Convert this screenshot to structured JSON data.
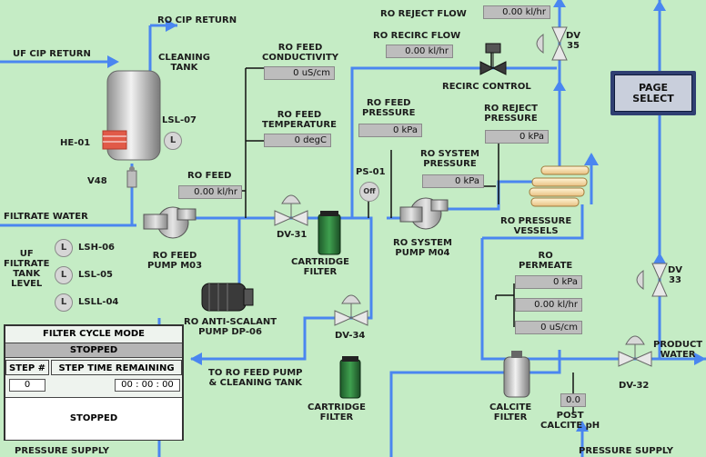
{
  "labels": {
    "ro_cip_return": "RO CIP RETURN",
    "uf_cip_return": "UF CIP RETURN",
    "cleaning_tank": "CLEANING\nTANK",
    "lsl07": "LSL-07",
    "he01": "HE-01",
    "v48": "V48",
    "filtrate_water": "FILTRATE WATER",
    "ro_feed_pump": "RO FEED\nPUMP M03",
    "uf_filtrate_level": "UF\nFILTRATE\nTANK\nLEVEL",
    "lsh06": "LSH-06",
    "lsl05": "LSL-05",
    "lsll04": "LSLL-04",
    "ro_feed_conductivity": "RO FEED\nCONDUCTIVITY",
    "ro_feed_temperature": "RO FEED\nTEMPERATURE",
    "ro_feed": "RO FEED",
    "dv31": "DV-31",
    "cartridge_filter_1": "CARTRIDGE\nFILTER",
    "anti_scalant": "RO ANTI-SCALANT\nPUMP DP-06",
    "dv34": "DV-34",
    "to_ro_feed": "TO RO FEED PUMP\n& CLEANING TANK",
    "cartridge_filter_2": "CARTRIDGE\nFILTER",
    "ps01": "PS-01",
    "ro_system_pump": "RO SYSTEM\nPUMP M04",
    "ro_feed_pressure": "RO FEED\nPRESSURE",
    "ro_system_pressure": "RO SYSTEM\nPRESSURE",
    "ro_reject_flow": "RO REJECT FLOW",
    "ro_recirc_flow": "RO RECIRC FLOW",
    "recirc_control": "RECIRC CONTROL",
    "ro_reject_pressure": "RO REJECT\nPRESSURE",
    "ro_pressure_vessels": "RO PRESSURE\nVESSELS",
    "ro_permeate": "RO\nPERMEATE",
    "dv35": "DV\n35",
    "dv33": "DV\n33",
    "dv32": "DV-32",
    "product_water": "PRODUCT\nWATER",
    "calcite_filter": "CALCITE\nFILTER",
    "post_calcite_ph": "POST\nCALCITE pH",
    "pressure_supply_left": "PRESSURE SUPPLY",
    "pressure_supply_right": "PRESSURE SUPPLY"
  },
  "values": {
    "ro_feed_conductivity": "0 uS/cm",
    "ro_feed_temperature": "0 degC",
    "ro_feed_flow": "0.00 kl/hr",
    "ro_feed_pressure": "0 kPa",
    "ro_system_pressure": "0 kPa",
    "ro_reject_flow": "0.00 kl/hr",
    "ro_recirc_flow": "0.00 kl/hr",
    "ro_reject_pressure": "0 kPa",
    "permeate_pressure": "0 kPa",
    "permeate_flow": "0.00 kl/hr",
    "permeate_conductivity": "0 uS/cm",
    "post_calcite_ph": "0.0"
  },
  "indicators": {
    "lsl07": "L",
    "lsh06": "L",
    "lsl05": "L",
    "lsll04": "L",
    "ps01": "Off"
  },
  "page_select": "PAGE\nSELECT",
  "filter_cycle": {
    "title": "FILTER CYCLE MODE",
    "status": "STOPPED",
    "step_header": "STEP #",
    "time_header": "STEP TIME REMAINING",
    "step_value": "0",
    "time_value": "00 : 00 : 00",
    "mode": "STOPPED"
  },
  "colors": {
    "background": "#c5ecc5",
    "pipe": "#4a86f0",
    "line": "#111111",
    "panel": "#2f3f72"
  }
}
